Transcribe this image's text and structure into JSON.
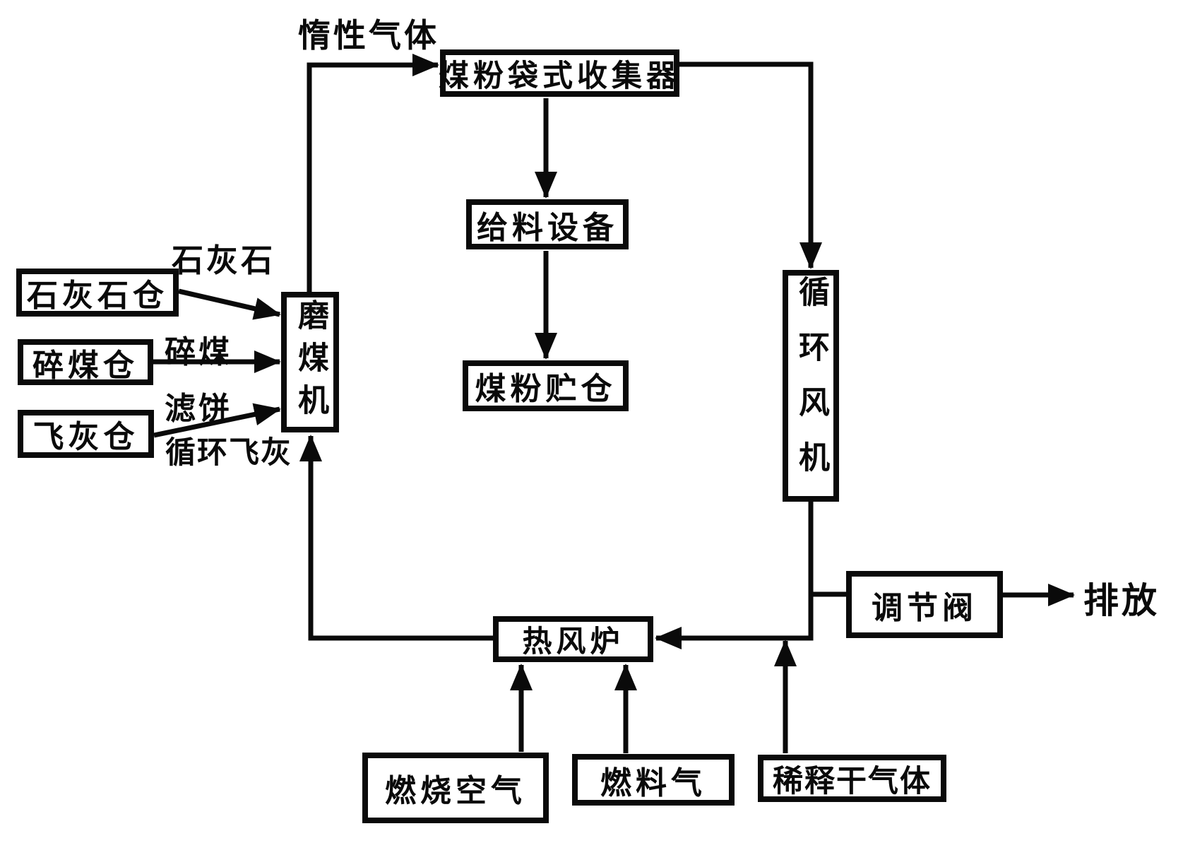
{
  "diagram": {
    "title_implicit": "",
    "nodes": {
      "collector": {
        "label": "煤粉袋式收集器"
      },
      "feeder": {
        "label": "给料设备"
      },
      "powder_silo": {
        "label": "煤粉贮仓"
      },
      "limestone_silo": {
        "label": "石灰石仓"
      },
      "crushed_coal_silo": {
        "label": "碎煤仓"
      },
      "fly_ash_silo": {
        "label": "飞灰仓"
      },
      "coal_mill": {
        "label": "磨煤机"
      },
      "circulating_fan": {
        "label": "循环风机"
      },
      "control_valve": {
        "label": "调节阀"
      },
      "hot_blast_stove": {
        "label": "热风炉"
      },
      "combustion_air": {
        "label": "燃烧空气"
      },
      "fuel_gas": {
        "label": "燃料气"
      },
      "dilution_dry_gas": {
        "label": "稀释干气体"
      }
    },
    "flow_labels": {
      "inert_gas": "惰性气体",
      "limestone": "石灰石",
      "crushed_coal": "碎煤",
      "filter_cake": "滤饼",
      "circulating_fly_ash": "循环飞灰",
      "discharge": "排放"
    },
    "colors": {
      "ink": "#0a0a0a",
      "background": "#ffffff"
    }
  }
}
